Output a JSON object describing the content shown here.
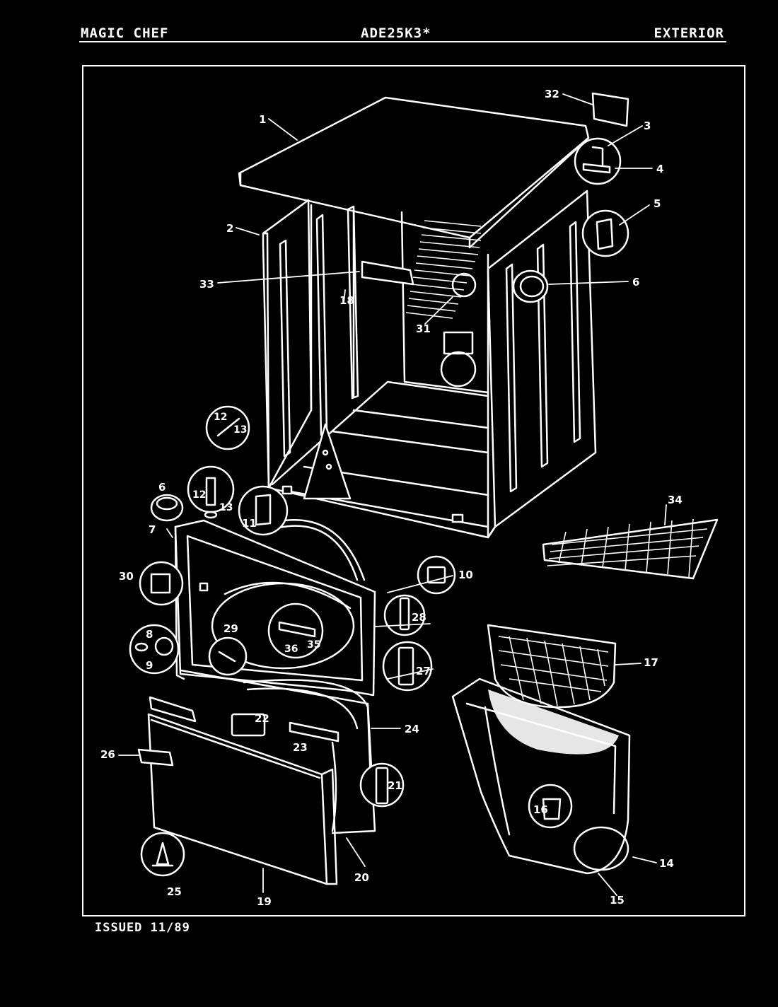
{
  "header": {
    "brand": "MAGIC CHEF",
    "model": "ADE25K3*",
    "section": "EXTERIOR"
  },
  "footer": {
    "issued": "ISSUED 11/89"
  },
  "callouts": [
    "1",
    "2",
    "3",
    "4",
    "5",
    "6",
    "6",
    "7",
    "8",
    "9",
    "10",
    "11",
    "12",
    "13",
    "12",
    "13",
    "14",
    "15",
    "16",
    "17",
    "18",
    "19",
    "20",
    "21",
    "22",
    "23",
    "24",
    "25",
    "26",
    "27",
    "28",
    "29",
    "30",
    "31",
    "32",
    "33",
    "34",
    "35",
    "36"
  ]
}
